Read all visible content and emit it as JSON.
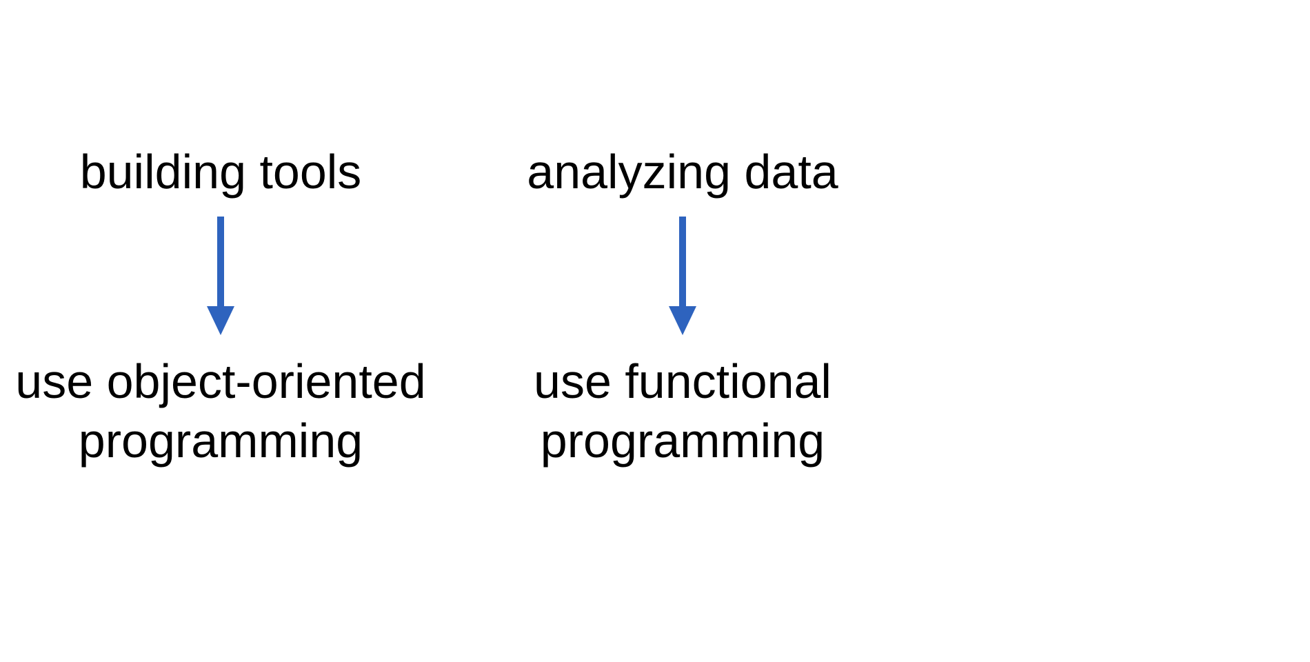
{
  "colors": {
    "arrow": "#2E63BE",
    "text": "#000000",
    "background": "#ffffff"
  },
  "diagram": {
    "left": {
      "top_label": "building tools",
      "bottom_label_line1": "use object-oriented",
      "bottom_label_line2": "programming"
    },
    "right": {
      "top_label": "analyzing data",
      "bottom_label_line1": "use functional",
      "bottom_label_line2": "programming"
    }
  }
}
